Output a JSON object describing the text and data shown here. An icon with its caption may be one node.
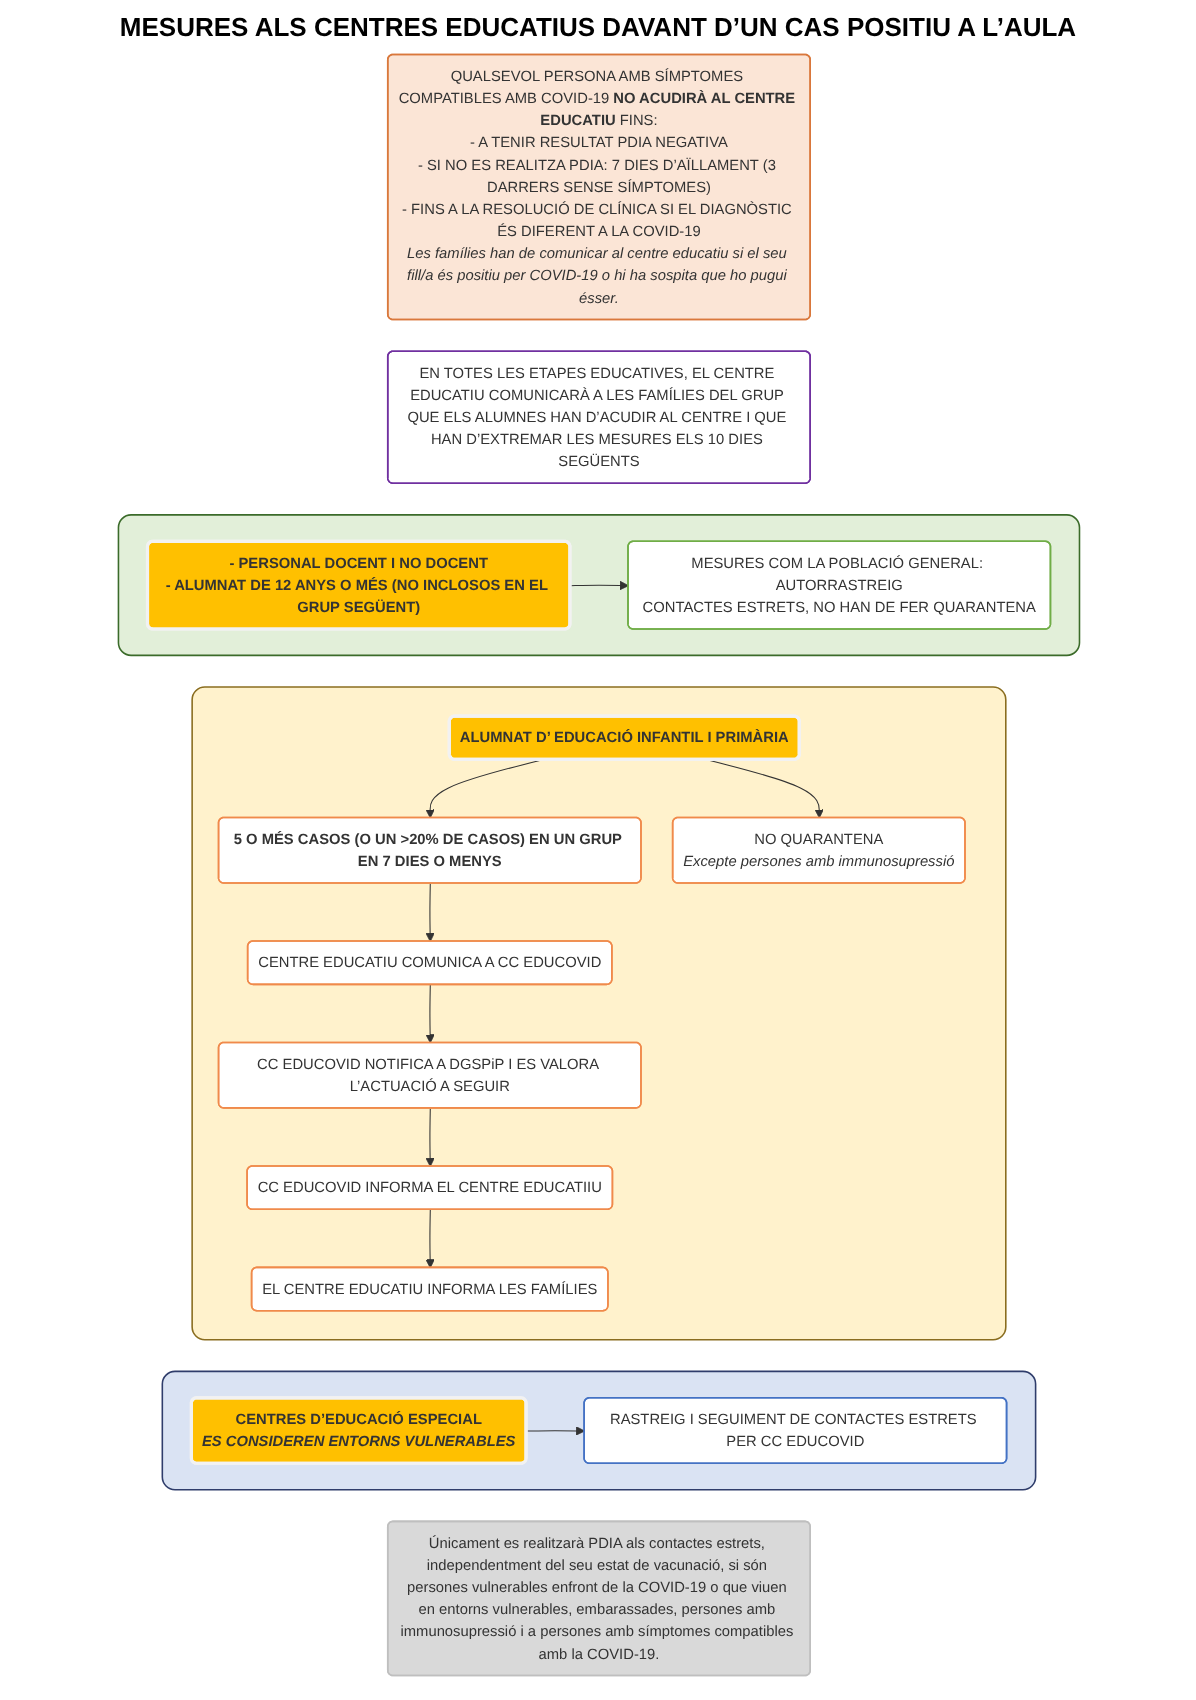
{
  "diagram": {
    "title": "MESURES ALS CENTRES EDUCATIUS DAVANT D’UN CAS POSITIU A L’AULA",
    "nodes": [
      {
        "text": [
          "QUALSEVOL PERSONA AMB SÍMPTOMES COMPATIBLES AMB COVID-19 **NO ACUDIRÀ AL CENTRE EDUCATIU** FINS:",
          "- A TENIR RESULTAT PDIA NEGATIVA",
          "- SI NO ES REALITZA PDIA: 7 DIES D’AÏLLAMENT (3 DARRERS SENSE SÍMPTOMES)",
          "- FINS A LA RESOLUCIÓ DE CLÍNICA SI EL DIAGNÒSTIC ÉS DIFERENT A LA COVID-19",
          "Les famílies han de comunicar al centre educatiu si el seu fill/a és positiu per COVID-19 o hi ha sospita que ho pugui ésser."
        ]
      },
      {
        "text": [
          "EN TOTES LES ETAPES EDUCATIVES, EL CENTRE EDUCATIU COMUNICARÀ A LES FAMÍLIES DEL GRUP QUE ELS ALUMNES HAN D’ACUDIR AL CENTRE I QUE HAN D’EXTREMAR LES MESURES ELS 10 DIES SEGÜENTS"
        ]
      },
      {
        "text": [],
        "shape": "box"
      },
      {
        "text": [
          "- PERSONAL DOCENT I NO DOCENT",
          "- ALUMNAT DE 12 ANYS O MÉS (NO INCLOSOS EN EL GRUP SEGÜENT)"
        ],
        "in": 2
      },
      {
        "text": [
          "MESURES COM LA POBLACIÓ GENERAL: AUTORRASTREIG",
          "CONTACTES ESTRETS, NO HAN DE FER QUARANTENA"
        ],
        "in": 2
      },
      {
        "text": [],
        "shape": "box"
      },
      {
        "text": [
          "ALUMNAT D’ EDUCACIÓ INFANTIL I PRIMÀRIA"
        ],
        "in": 5
      },
      {
        "text": [
          "5 O MÉS CASOS (O UN >20% DE CASOS) EN UN GRUP EN 7 DIES O MENYS"
        ],
        "in": 5
      },
      {
        "text": [
          "NO QUARANTENA",
          "Excepte persones amb immunosupressió"
        ],
        "in": 5
      },
      {
        "text": [
          "CENTRE EDUCATIU COMUNICA A CC EDUCOVID"
        ],
        "in": 5
      },
      {
        "text": [
          "CC EDUCOVID NOTIFICA A DGSPiP I ES VALORA L’ACTUACIÓ A SEGUIR"
        ],
        "in": 5
      },
      {
        "text": [
          "CC EDUCOVID INFORMA EL CENTRE EDUCATIIU"
        ],
        "in": 5
      },
      {
        "text": [
          "EL CENTRE EDUCATIU INFORMA LES FAMÍLIES"
        ],
        "in": 5
      },
      {
        "text": [],
        "shape": "box"
      },
      {
        "text": [
          "CENTRES D’EDUCACIÓ ESPECIAL",
          "ES CONSIDEREN ENTORNS VULNERABLES"
        ],
        "in": 13
      },
      {
        "text": [
          "RASTREIG I SEGUIMENT DE CONTACTES ESTRETS PER CC EDUCOVID"
        ],
        "in": 13
      },
      {
        "text": [
          "Únicament es realitzarà PDIA als contactes estrets, independentment del seu estat de vacunació, si són persones vulnerables enfront de la COVID-19 o que viuen en entorns vulnerables, embarassades, persones amb immunosupressió i a persones amb símptomes compatibles amb la COVID-19."
        ]
      }
    ],
    "edges": [
      {
        "from": 3,
        "to": 4,
        "arrow": "to"
      },
      {
        "from": 6,
        "to": 7,
        "arrow": "to"
      },
      {
        "from": 6,
        "to": 8,
        "arrow": "to"
      },
      {
        "from": 7,
        "to": 9,
        "arrow": "to"
      },
      {
        "from": 9,
        "to": 10,
        "arrow": "to"
      },
      {
        "from": 10,
        "to": 11,
        "arrow": "to"
      },
      {
        "from": 11,
        "to": 12,
        "arrow": "to"
      },
      {
        "from": 14,
        "to": 15,
        "arrow": "to"
      }
    ]
  }
}
